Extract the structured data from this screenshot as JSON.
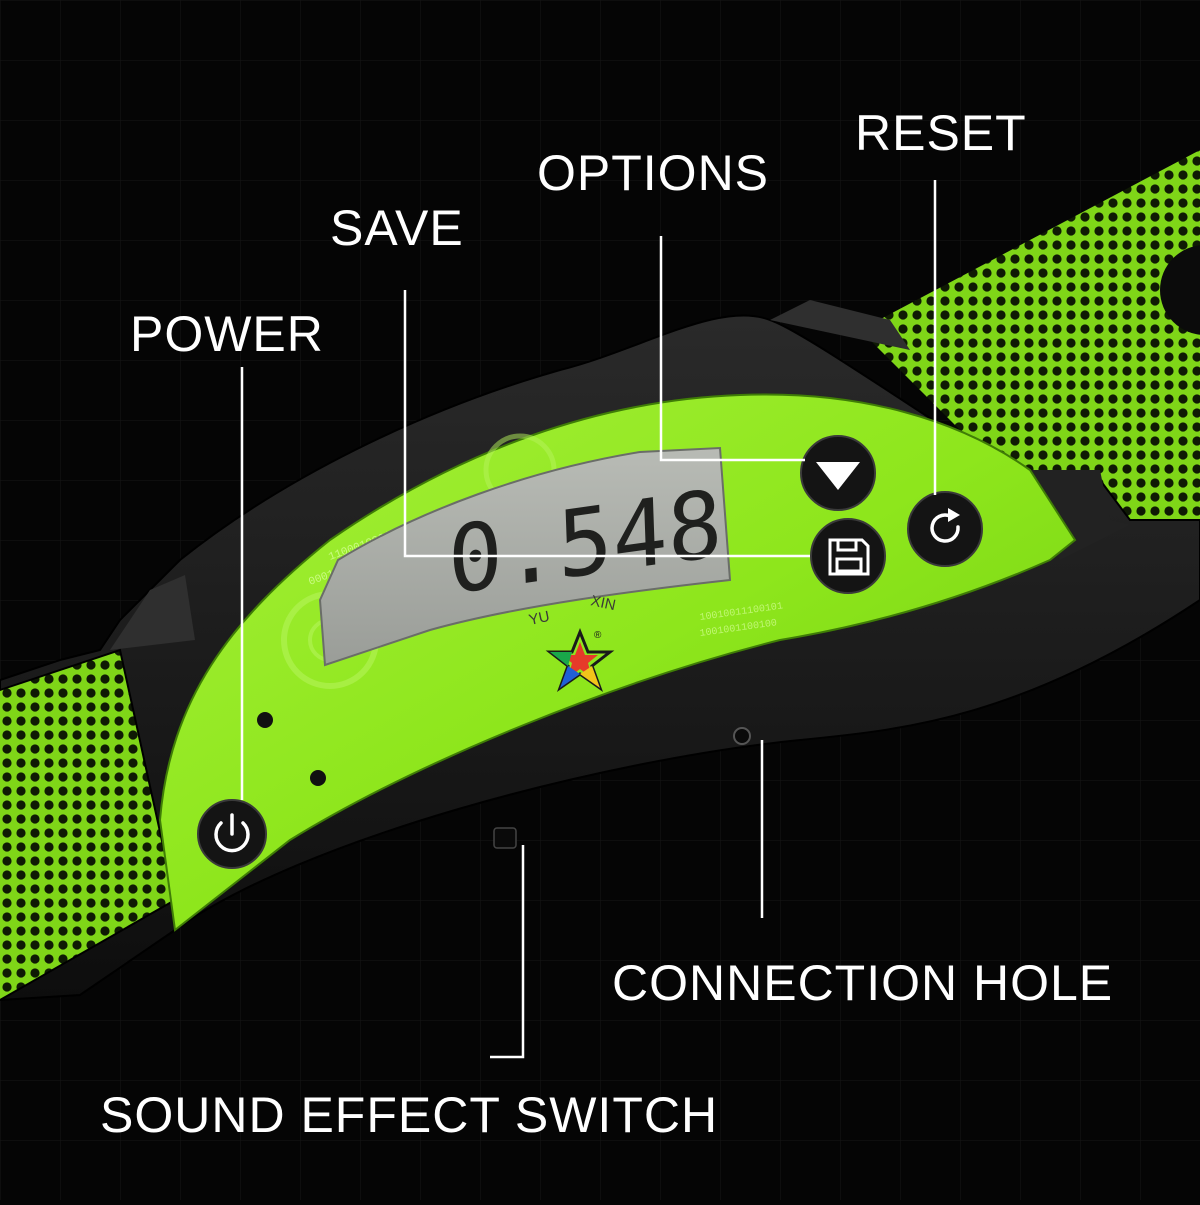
{
  "callouts": {
    "reset": "RESET",
    "options": "OPTIONS",
    "save": "SAVE",
    "power": "POWER",
    "connection_hole": "CONNECTION HOLE",
    "sound_effect_switch": "SOUND EFFECT SWITCH"
  },
  "device": {
    "display_reading": "0.548",
    "brand_left": "YU",
    "brand_right": "XIN",
    "registered_mark": "®",
    "binary_text_top": "11000100010",
    "binary_text_mid": "00010101011",
    "binary_text_right": "10010011100101",
    "binary_text_right2": "1001001100100"
  },
  "icons": {
    "power": "power-icon",
    "options": "play-triangle-icon",
    "save": "floppy-disk-icon",
    "reset": "refresh-icon",
    "logo": "star-logo"
  },
  "colors": {
    "background": "#050505",
    "panel_green": "#8ee61c",
    "panel_green_dark": "#5fbf0a",
    "body_dark": "#1a1a1a",
    "lcd": "#a9aca7",
    "label_text": "#ffffff",
    "leader_line": "#ffffff"
  }
}
